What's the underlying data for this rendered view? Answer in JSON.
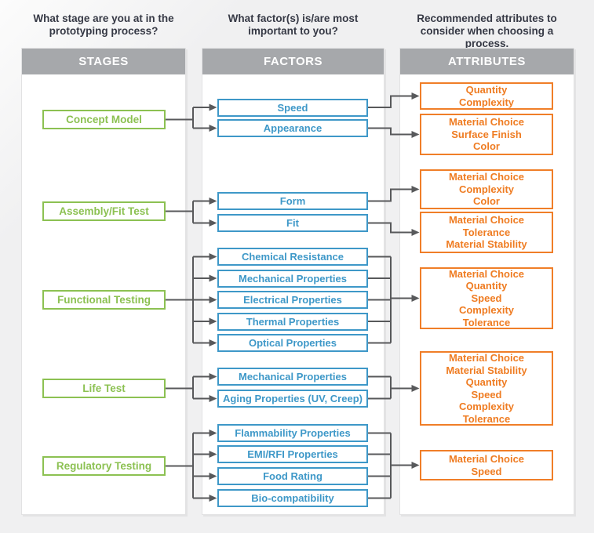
{
  "columns": {
    "stages": {
      "question": "What stage are you at in the\nprototyping process?",
      "header": "STAGES"
    },
    "factors": {
      "question": "What factor(s) is/are most\nimportant to you?",
      "header": "FACTORS"
    },
    "attributes": {
      "question": "Recommended attributes to\nconsider when choosing a process.",
      "header": "ATTRIBUTES"
    }
  },
  "stages": [
    {
      "label": "Concept Model"
    },
    {
      "label": "Assembly/Fit Test"
    },
    {
      "label": "Functional Testing"
    },
    {
      "label": "Life Test"
    },
    {
      "label": "Regulatory Testing"
    }
  ],
  "factors": [
    {
      "label": "Speed"
    },
    {
      "label": "Appearance"
    },
    {
      "label": "Form"
    },
    {
      "label": "Fit"
    },
    {
      "label": "Chemical Resistance"
    },
    {
      "label": "Mechanical Properties"
    },
    {
      "label": "Electrical Properties"
    },
    {
      "label": "Thermal Properties"
    },
    {
      "label": "Optical Properties"
    },
    {
      "label": "Mechanical Properties"
    },
    {
      "label": "Aging Properties (UV, Creep)"
    },
    {
      "label": "Flammability Properties"
    },
    {
      "label": "EMI/RFI Properties"
    },
    {
      "label": "Food Rating"
    },
    {
      "label": "Bio-compatibility"
    }
  ],
  "attributes": [
    {
      "text": "Quantity\nComplexity"
    },
    {
      "text": "Material Choice\nSurface Finish\nColor"
    },
    {
      "text": "Material Choice\nComplexity\nColor"
    },
    {
      "text": "Material Choice\nTolerance\nMaterial Stability"
    },
    {
      "text": "Material Choice\nQuantity\nSpeed\nComplexity\nTolerance"
    },
    {
      "text": "Material Choice\nMaterial Stability\nQuantity\nSpeed\nComplexity\nTolerance"
    },
    {
      "text": "Material Choice\nSpeed"
    }
  ],
  "colors": {
    "stage_green": "#8cc152",
    "factor_blue": "#3e98c8",
    "attribute_orange": "#f07e28",
    "header_gray": "#a6a8ab",
    "connector_gray": "#58595b",
    "title_dark": "#363945",
    "page_background": "#f0f0f1",
    "panel_background": "#ffffff"
  }
}
